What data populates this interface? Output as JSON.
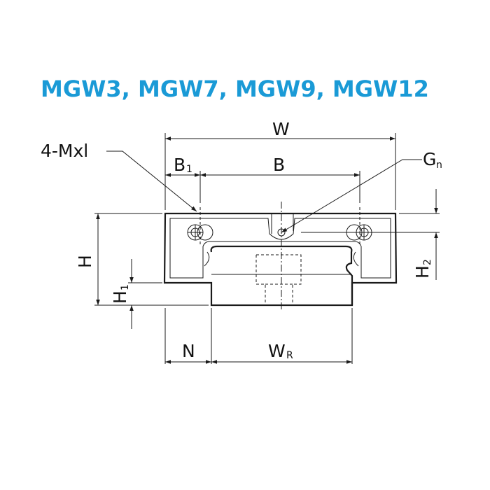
{
  "title": "MGW3, MGW7, MGW9, MGW12",
  "colors": {
    "title": "#1a9ad6",
    "line": "#1a1a1a"
  },
  "labels": {
    "w": "W",
    "b": "B",
    "b1_main": "B",
    "b1_sub": "1",
    "mxl": "4-Mxl",
    "gn_main": "G",
    "gn_sub": "n",
    "h": "H",
    "h1_main": "H",
    "h1_sub": "1",
    "h2_main": "H",
    "h2_sub": "2",
    "n": "N",
    "wr_main": "W",
    "wr_sub": "R"
  }
}
